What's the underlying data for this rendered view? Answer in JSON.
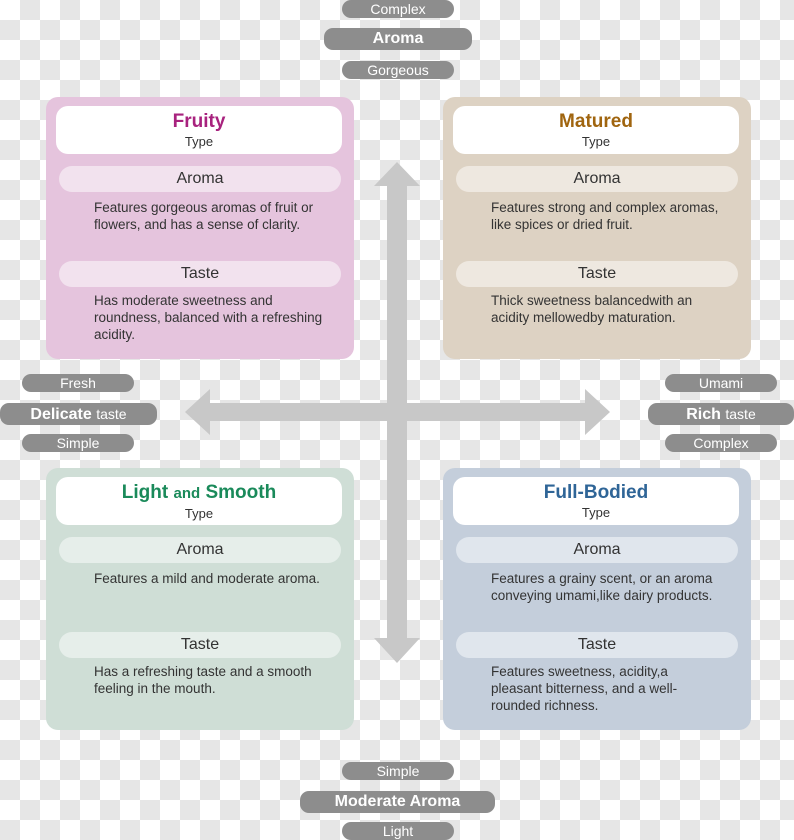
{
  "axes": {
    "top": {
      "upper": "Complex",
      "main": "Aroma",
      "lower": "Gorgeous"
    },
    "bottom": {
      "upper": "Simple",
      "main": "Moderate Aroma",
      "lower": "Light"
    },
    "left": {
      "upper": "Fresh",
      "main_bold": "Delicate",
      "main_thin": "taste",
      "lower": "Simple"
    },
    "right": {
      "upper": "Umami",
      "main_bold": "Rich",
      "main_thin": "taste",
      "lower": "Complex"
    }
  },
  "quadrants": {
    "fruity": {
      "name": "Fruity",
      "type": "Type",
      "aroma_label": "Aroma",
      "aroma_text": "Features gorgeous aromas of fruit or flowers, and has a sense of clarity.",
      "taste_label": "Taste",
      "taste_text": "Has moderate sweetness and roundness, balanced with a refreshing acidity."
    },
    "matured": {
      "name": "Matured",
      "type": "Type",
      "aroma_label": "Aroma",
      "aroma_text": "Features strong and complex aromas, like spices or dried fruit.",
      "taste_label": "Taste",
      "taste_text": "Thick sweetness balancedwith an acidity mellowedby maturation."
    },
    "light_smooth": {
      "name_part1": "Light",
      "name_and": "and",
      "name_part2": "Smooth",
      "type": "Type",
      "aroma_label": "Aroma",
      "aroma_text": "Features a mild and moderate aroma.",
      "taste_label": "Taste",
      "taste_text": "Has a refreshing taste and a smooth feeling in the mouth."
    },
    "full_bodied": {
      "name": "Full-Bodied",
      "type": "Type",
      "aroma_label": "Aroma",
      "aroma_text": "Features a grainy scent, or an aroma conveying umami,like dairy products.",
      "taste_label": "Taste",
      "taste_text": "Features sweetness, acidity,a pleasant bitterness, and a well-rounded richness."
    }
  },
  "colors": {
    "fruity_bg": "#e5c4dd",
    "fruity_sub": "#f2e2ee",
    "fruity_title": "#a8227e",
    "matured_bg": "#ddd2c3",
    "matured_sub": "#eee8e0",
    "matured_title": "#a0650f",
    "light_bg": "#cfded6",
    "light_sub": "#e6eeea",
    "light_title": "#1a8a5a",
    "full_bg": "#c4cedb",
    "full_sub": "#e0e6ed",
    "full_title": "#2f6597",
    "pill": "#8d8d8d",
    "arrow": "#c8c8c8"
  }
}
